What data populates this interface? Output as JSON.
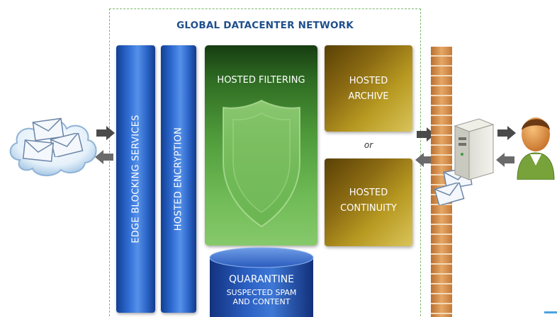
{
  "diagram": {
    "title": "GLOBAL DATACENTER NETWORK",
    "services": {
      "edge_blocking": "EDGE BLOCKING SERVICES",
      "encryption": "HOSTED ENCRYPTION",
      "filtering": "HOSTED FILTERING",
      "archive_line1": "HOSTED",
      "archive_line2": "ARCHIVE",
      "or": "or",
      "continuity_line1": "HOSTED",
      "continuity_line2": "CONTINUITY",
      "quarantine_title": "QUARANTINE",
      "quarantine_sub_line1": "SUSPECTED SPAM",
      "quarantine_sub_line2": "AND CONTENT"
    },
    "icons": [
      "internet-cloud-icon",
      "email-envelope-icon",
      "mail-server-icon",
      "user-icon",
      "firewall-icon",
      "shield-icon",
      "arrow-icon"
    ],
    "colors": {
      "title": "#1f4f8c",
      "boundary": "#7cb56b",
      "blue": "#2d6ad0",
      "green": "#4f9a3a",
      "gold": "#b89a22",
      "brick": "#d7924f"
    }
  }
}
